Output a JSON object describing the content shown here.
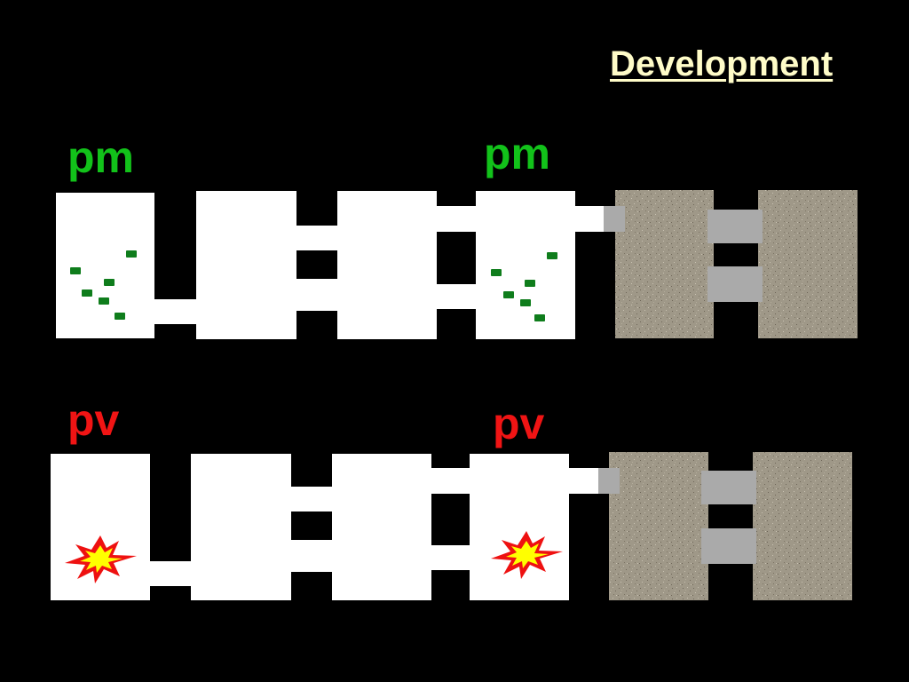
{
  "title": "Development",
  "colors": {
    "background": "#000000",
    "title": "#fffcc8",
    "pm_label": "#12c21a",
    "pv_label": "#f01414",
    "pm_granule": "#0f7d1c",
    "cell": "#ffffff",
    "junction": "#aaaaaa",
    "degraded_cell": "#9f9888",
    "burst_outer": "#ee1111",
    "burst_inner": "#ffff00"
  },
  "rows": [
    {
      "label": "pm",
      "label_color_key": "pm_label",
      "marker": "granules",
      "marker_icon": "green-granules-icon",
      "second_label": "pm"
    },
    {
      "label": "pv",
      "label_color_key": "pv_label",
      "marker": "burst",
      "marker_icon": "explosion-burst-icon",
      "second_label": "pv"
    }
  ]
}
